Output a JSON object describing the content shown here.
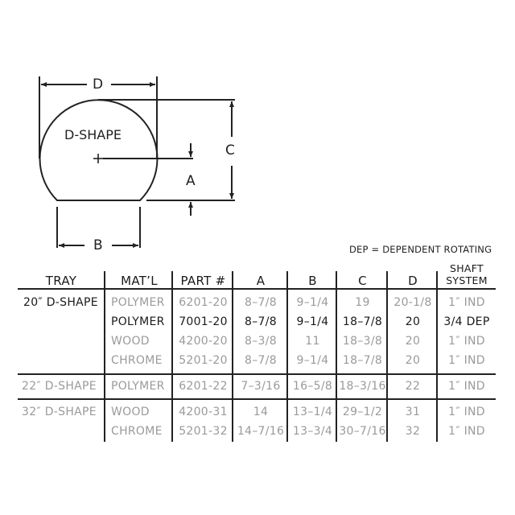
{
  "diagram": {
    "shape_label": "D-SHAPE",
    "dimension_labels": {
      "a": "A",
      "b": "B",
      "c": "C",
      "d": "D"
    },
    "note": "DEP = DEPENDENT ROTATING"
  },
  "table": {
    "headers": {
      "tray": "TRAY",
      "material": "MAT’L",
      "part": "PART #",
      "a": "A",
      "b": "B",
      "c": "C",
      "d": "D",
      "shaft_line1": "SHAFT",
      "shaft_line2": "SYSTEM"
    },
    "groups": [
      {
        "tray": "20″ D-SHAPE",
        "rows": [
          {
            "material": "POLYMER",
            "part": "6201-20",
            "a": "8–7/8",
            "b": "9–1/4",
            "c": "19",
            "d": "20-1/8",
            "shaft": "1″ IND",
            "style": "gray"
          },
          {
            "material": "POLYMER",
            "part": "7001-20",
            "a": "8–7/8",
            "b": "9–1/4",
            "c": "18–7/8",
            "d": "20",
            "shaft": "3/4 DEP",
            "style": "dark"
          },
          {
            "material": "WOOD",
            "part": "4200-20",
            "a": "8–3/8",
            "b": "11",
            "c": "18–3/8",
            "d": "20",
            "shaft": "1″ IND",
            "style": "gray"
          },
          {
            "material": "CHROME",
            "part": "5201-20",
            "a": "8–7/8",
            "b": "9–1/4",
            "c": "18–7/8",
            "d": "20",
            "shaft": "1″ IND",
            "style": "gray"
          }
        ]
      },
      {
        "tray": "22″ D-SHAPE",
        "rows": [
          {
            "material": "POLYMER",
            "part": "6201-22",
            "a": "7–3/16",
            "b": "16–5/8",
            "c": "18–3/16",
            "d": "22",
            "shaft": "1″ IND",
            "style": "gray"
          }
        ]
      },
      {
        "tray": "32″ D-SHAPE",
        "rows": [
          {
            "material": "WOOD",
            "part": "4200-31",
            "a": "14",
            "b": "13–1/4",
            "c": "29–1/2",
            "d": "31",
            "shaft": "1″ IND",
            "style": "gray"
          },
          {
            "material": "CHROME",
            "part": "5201-32",
            "a": "14–7/16",
            "b": "13–3/4",
            "c": "30–7/16",
            "d": "32",
            "shaft": "1″ IND",
            "style": "gray"
          }
        ]
      }
    ]
  },
  "colors": {
    "line": "#222222",
    "text_dark": "#1a1a1a",
    "text_gray": "#9a9a9a"
  }
}
